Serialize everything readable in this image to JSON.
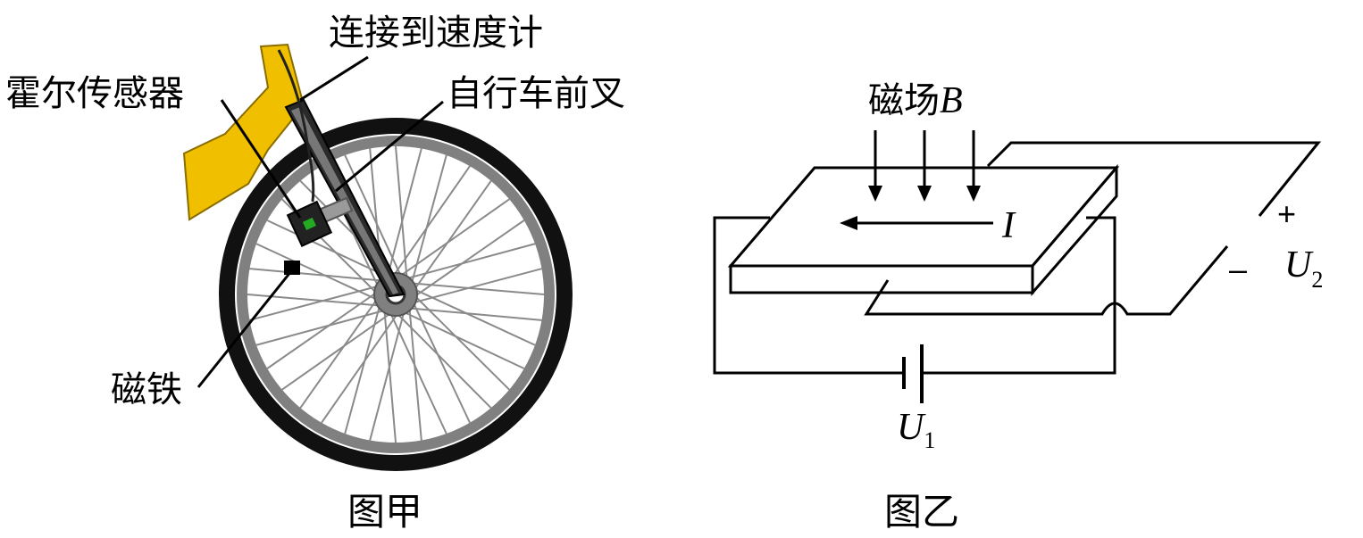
{
  "figure_left": {
    "caption": "图甲",
    "labels": {
      "speedometer": "连接到速度计",
      "hall_sensor": "霍尔传感器",
      "front_fork": "自行车前叉",
      "magnet": "磁铁"
    },
    "colors": {
      "frame": "#f0c000",
      "tire": "#111111",
      "rim": "#808080",
      "sensor_light": "#22aa22"
    }
  },
  "figure_right": {
    "caption": "图乙",
    "field_label": "磁场",
    "field_symbol": "B",
    "current_symbol": "I",
    "plus_sign": "+",
    "minus_sign": "–",
    "hall_voltage": {
      "symbol": "U",
      "subscript": "2"
    },
    "source_voltage": {
      "symbol": "U",
      "subscript": "1"
    }
  }
}
